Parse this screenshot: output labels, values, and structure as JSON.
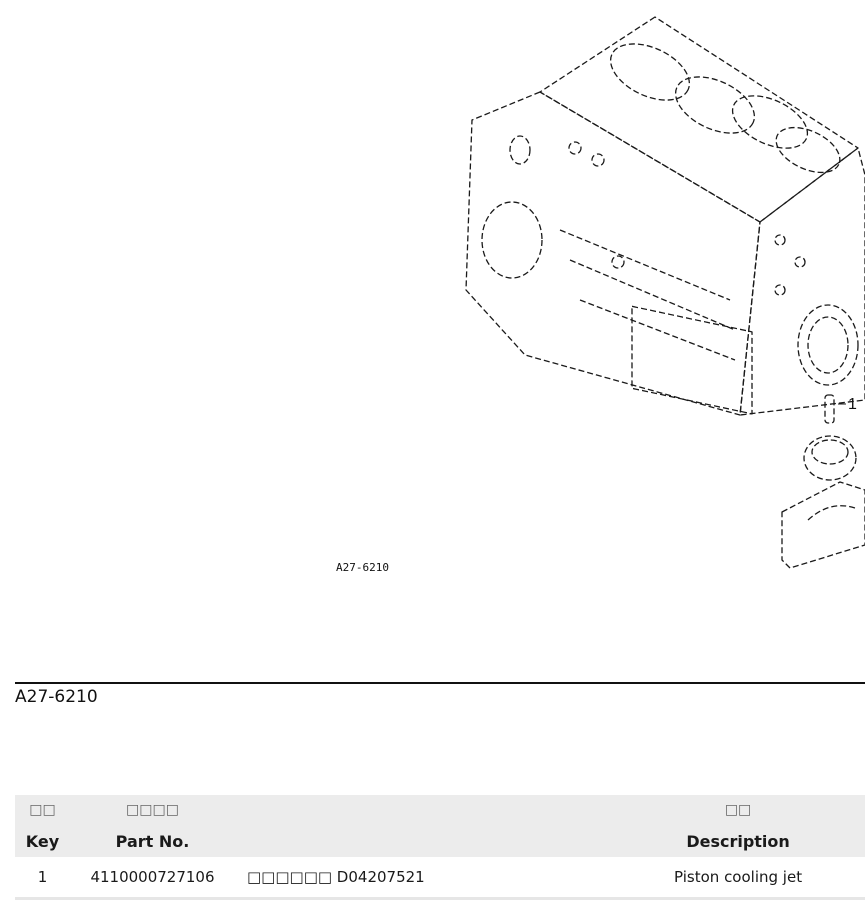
{
  "figure": {
    "code": "A27-6210",
    "callout": "1"
  },
  "section": {
    "code": "A27-6210"
  },
  "table": {
    "header_cn": {
      "key": "□□",
      "part_no": "□□□□",
      "description": "□□"
    },
    "header_en": {
      "key": "Key",
      "part_no": "Part No.",
      "description": "Description"
    },
    "rows": [
      {
        "key": "1",
        "part_no": "4110000727106",
        "alt_part": "□□□□□□ D04207521",
        "description": "Piston cooling jet"
      }
    ]
  }
}
